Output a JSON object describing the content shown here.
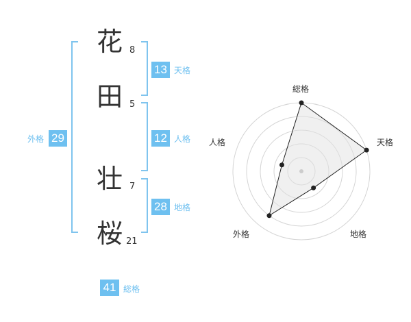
{
  "name": {
    "chars": [
      {
        "char": "花",
        "strokes": "8"
      },
      {
        "char": "田",
        "strokes": "5"
      },
      {
        "char": "壮",
        "strokes": "7"
      },
      {
        "char": "桜",
        "strokes": "21"
      }
    ]
  },
  "fortunes": {
    "tenkaku": {
      "value": "13",
      "label": "天格"
    },
    "jinkaku": {
      "value": "12",
      "label": "人格"
    },
    "chikaku": {
      "value": "28",
      "label": "地格"
    },
    "gaikaku": {
      "value": "29",
      "label": "外格"
    },
    "soukaku": {
      "value": "41",
      "label": "総格"
    }
  },
  "colors": {
    "accent": "#6ec0f0",
    "bracket": "#7fc4ee",
    "text": "#333333"
  },
  "chart_data": {
    "type": "radar",
    "axes": [
      "総格",
      "天格",
      "地格",
      "外格",
      "人格"
    ],
    "values": [
      41,
      13,
      28,
      29,
      12
    ],
    "grid_rings": 5,
    "ring_max": 5,
    "levels": [
      5,
      5,
      1.5,
      4,
      1.5
    ]
  }
}
